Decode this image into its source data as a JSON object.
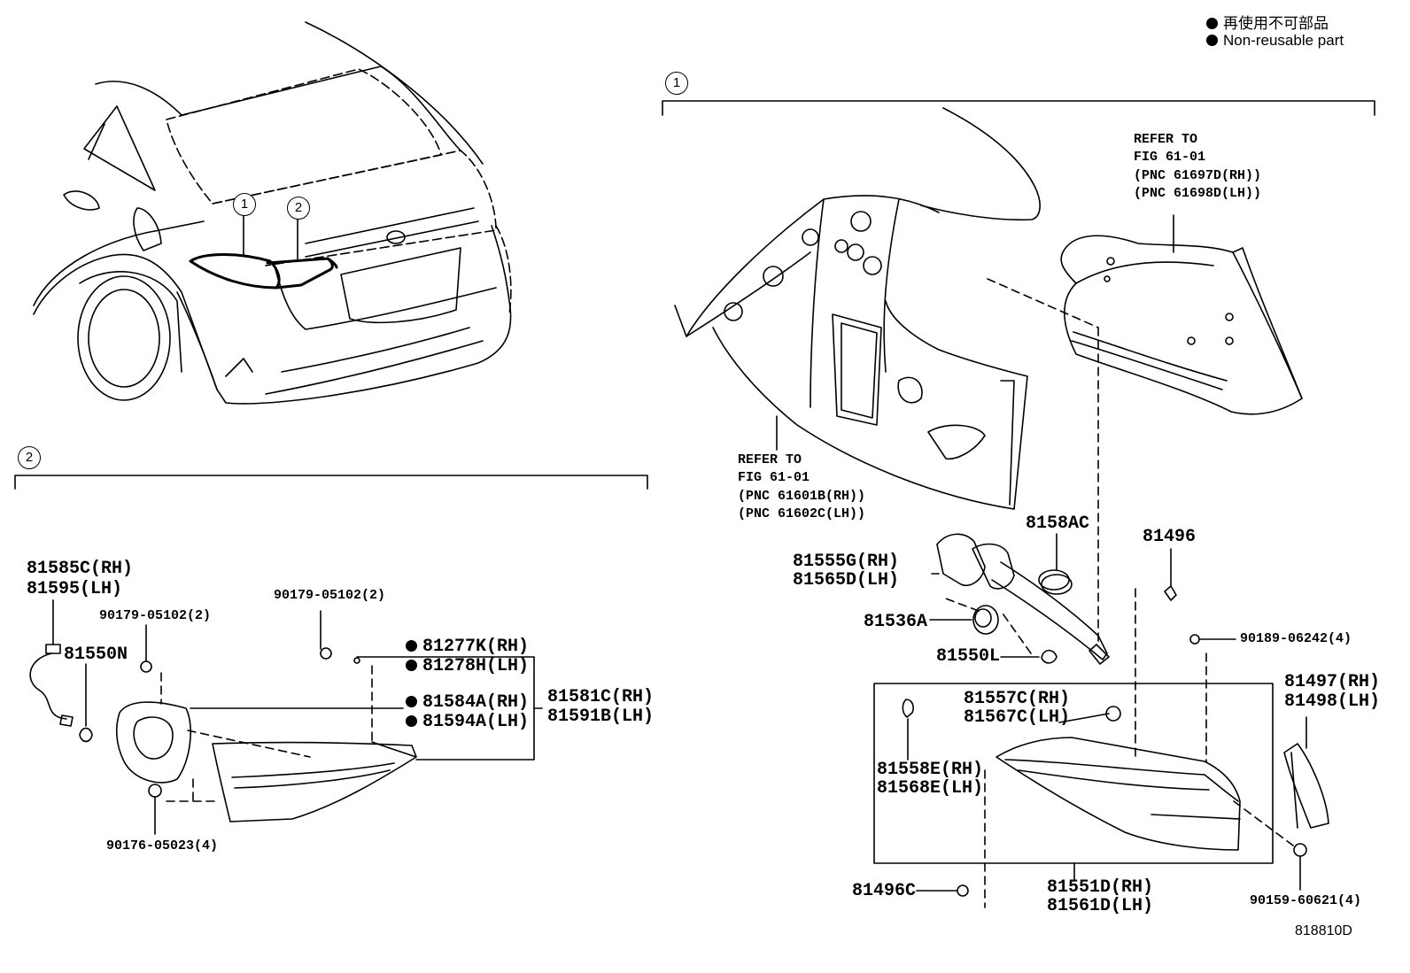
{
  "legend": [
    {
      "text": "再使用不可部品"
    },
    {
      "text": "Non-reusable part"
    }
  ],
  "sections": {
    "one": "1",
    "two": "2"
  },
  "vehicle_callouts": {
    "one": "1",
    "two": "2"
  },
  "references": {
    "top": [
      "REFER TO",
      "FIG 61-01",
      "(PNC 61697D(RH))",
      "(PNC 61698D(LH))"
    ],
    "left": [
      "REFER TO",
      "FIG 61-01",
      "(PNC 61601B(RH))",
      "(PNC 61602C(LH))"
    ]
  },
  "parts_left": {
    "p81585c": "81585C(RH)",
    "p81595": "81595(LH)",
    "p81550n": "81550N",
    "p90179a": "90179-05102(2)",
    "p90179b": "90179-05102(2)",
    "p81277k": "81277K(RH)",
    "p81278h": "81278H(LH)",
    "p81584a": "81584A(RH)",
    "p81594a": "81594A(LH)",
    "p81581c": "81581C(RH)",
    "p81591b": "81591B(LH)",
    "p90176": "90176-05023(4)"
  },
  "parts_right": {
    "p8158ac": "8158AC",
    "p81555g": "81555G(RH)",
    "p81565d": "81565D(LH)",
    "p81536a": "81536A",
    "p81550l": "81550L",
    "p81496": "81496",
    "p90189": "90189-06242(4)",
    "p81557c": "81557C(RH)",
    "p81567c": "81567C(LH)",
    "p81558e": "81558E(RH)",
    "p81568e": "81568E(LH)",
    "p81497": "81497(RH)",
    "p81498": "81498(LH)",
    "p81496c": "81496C",
    "p81551d": "81551D(RH)",
    "p81561d": "81561D(LH)",
    "p90159": "90159-60621(4)"
  },
  "diagram_code": "818810D"
}
